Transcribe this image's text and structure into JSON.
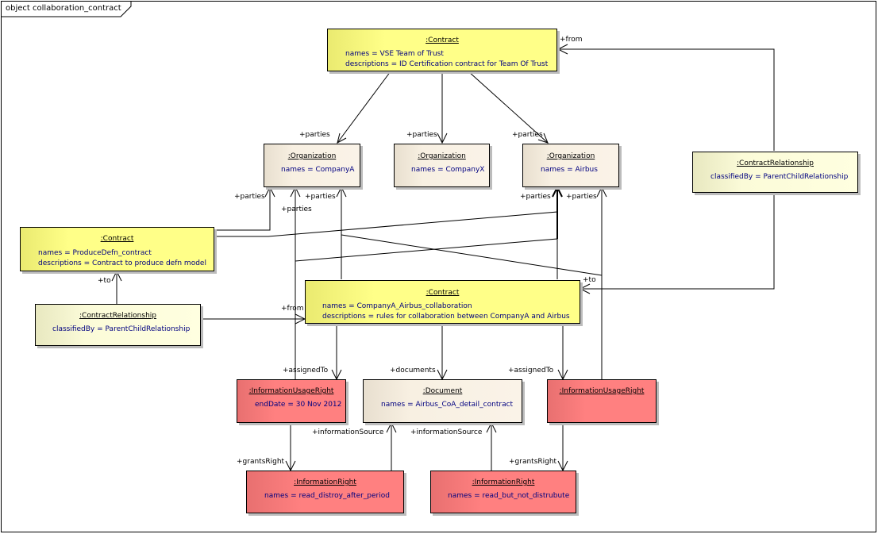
{
  "frame": {
    "title": "object collaboration_contract"
  },
  "nodes": {
    "contract_top": {
      "type": ":Contract",
      "attrs": [
        "names = VSE Team of Trust",
        "descriptions = ID Certification contract for Team Of Trust"
      ]
    },
    "org_companya": {
      "type": ":Organization",
      "attrs": [
        "names = CompanyA"
      ]
    },
    "org_companyx": {
      "type": ":Organization",
      "attrs": [
        "names = CompanyX"
      ]
    },
    "org_airbus": {
      "type": ":Organization",
      "attrs": [
        "names = Airbus"
      ]
    },
    "cr_right": {
      "type": ":ContractRelationship",
      "attrs": [
        "classifiedBy = ParentChildRelationship"
      ]
    },
    "contract_left": {
      "type": ":Contract",
      "attrs": [
        "names = ProduceDefn_contract",
        "descriptions = Contract to produce defn model"
      ]
    },
    "cr_left": {
      "type": ":ContractRelationship",
      "attrs": [
        "classifiedBy = ParentChildRelationship"
      ]
    },
    "contract_mid": {
      "type": ":Contract",
      "attrs": [
        "names = CompanyA_Airbus_collaboration",
        "descriptions = rules for collaboration between CompanyA and Airbus"
      ]
    },
    "iur_left": {
      "type": ":InformationUsageRight",
      "attrs": [
        "endDate = 30 Nov 2012"
      ]
    },
    "document": {
      "type": ":Document",
      "attrs": [
        "names = Airbus_CoA_detail_contract"
      ]
    },
    "iur_right": {
      "type": ":InformationUsageRight",
      "attrs": []
    },
    "ir_left": {
      "type": ":InformationRight",
      "attrs": [
        "names = read_distroy_after_period"
      ]
    },
    "ir_right": {
      "type": ":InformationRight",
      "attrs": [
        "names = read_but_not_distrubute"
      ]
    }
  },
  "labels": {
    "from_top": "+from",
    "parties_a": "+parties",
    "parties_x": "+parties",
    "parties_airbus": "+parties",
    "parties_a_left": "+parties",
    "parties_a_mid": "+parties",
    "parties_a_mid2": "+parties",
    "parties_airbus_left": "+parties",
    "parties_airbus_right": "+parties",
    "to_left": "+to",
    "from_mid": "+from",
    "to_mid": "+to",
    "assigned_left": "+assignedTo",
    "documents": "+documents",
    "assigned_right": "+assignedTo",
    "infosource_left": "+informationSource",
    "infosource_right": "+informationSource",
    "grants_left": "+grantsRight",
    "grants_right": "+grantsRight"
  }
}
